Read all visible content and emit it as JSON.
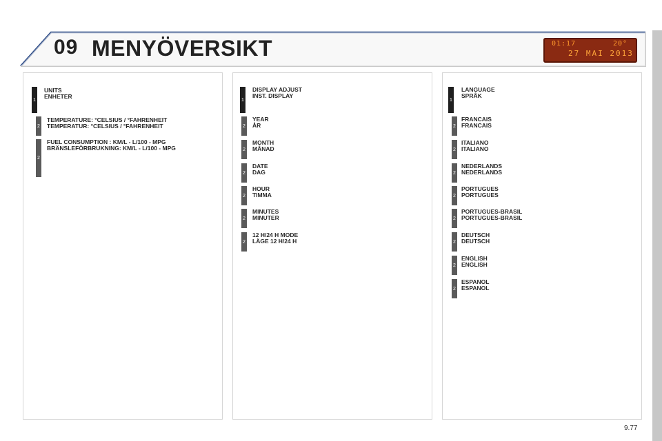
{
  "header": {
    "chapter": "09",
    "title": "MENYÖVERSIKT"
  },
  "display": {
    "time": "01:17",
    "temperature": "20°",
    "date": "27 MAI 2013"
  },
  "columns": [
    {
      "entries": [
        {
          "level": "1",
          "lines": [
            "UNITS",
            "ENHETER"
          ]
        },
        {
          "level": "2",
          "lines": [
            "TEMPERATURE: °CELSIUS / °FAHRENHEIT",
            "TEMPERATUR: °CELSIUS / °FAHRENHEIT"
          ]
        },
        {
          "level": "2",
          "lines": [
            "FUEL CONSUMPTION : KM/L - L/100 - MPG",
            "BRÄNSLEFÖRBRUKNING: KM/L - L/100 - MPG"
          ]
        }
      ]
    },
    {
      "entries": [
        {
          "level": "1",
          "lines": [
            "DISPLAY ADJUST",
            "INST. DISPLAY"
          ]
        },
        {
          "level": "2",
          "lines": [
            "YEAR",
            "ÅR"
          ]
        },
        {
          "level": "2",
          "lines": [
            "MONTH",
            "MÅNAD"
          ]
        },
        {
          "level": "2",
          "lines": [
            "DATE",
            "DAG"
          ]
        },
        {
          "level": "2",
          "lines": [
            "HOUR",
            "TIMMA"
          ]
        },
        {
          "level": "2",
          "lines": [
            "MINUTES",
            "MINUTER"
          ]
        },
        {
          "level": "2",
          "lines": [
            "12 H/24 H MODE",
            "LÄGE 12 H/24 H"
          ]
        }
      ]
    },
    {
      "entries": [
        {
          "level": "1",
          "lines": [
            "LANGUAGE",
            "SPRÅK"
          ]
        },
        {
          "level": "2",
          "lines": [
            "FRANCAIS",
            "FRANCAIS"
          ]
        },
        {
          "level": "2",
          "lines": [
            "ITALIANO",
            "ITALIANO"
          ]
        },
        {
          "level": "2",
          "lines": [
            "NEDERLANDS",
            "NEDERLANDS"
          ]
        },
        {
          "level": "2",
          "lines": [
            "PORTUGUES",
            "PORTUGUES"
          ]
        },
        {
          "level": "2",
          "lines": [
            "PORTUGUES-BRASIL",
            "PORTUGUES-BRASIL"
          ]
        },
        {
          "level": "2",
          "lines": [
            "DEUTSCH",
            "DEUTSCH"
          ]
        },
        {
          "level": "2",
          "lines": [
            "ENGLISH",
            "ENGLISH"
          ]
        },
        {
          "level": "2",
          "lines": [
            "ESPANOL",
            "ESPANOL"
          ]
        }
      ]
    }
  ],
  "page_number": "9.77"
}
